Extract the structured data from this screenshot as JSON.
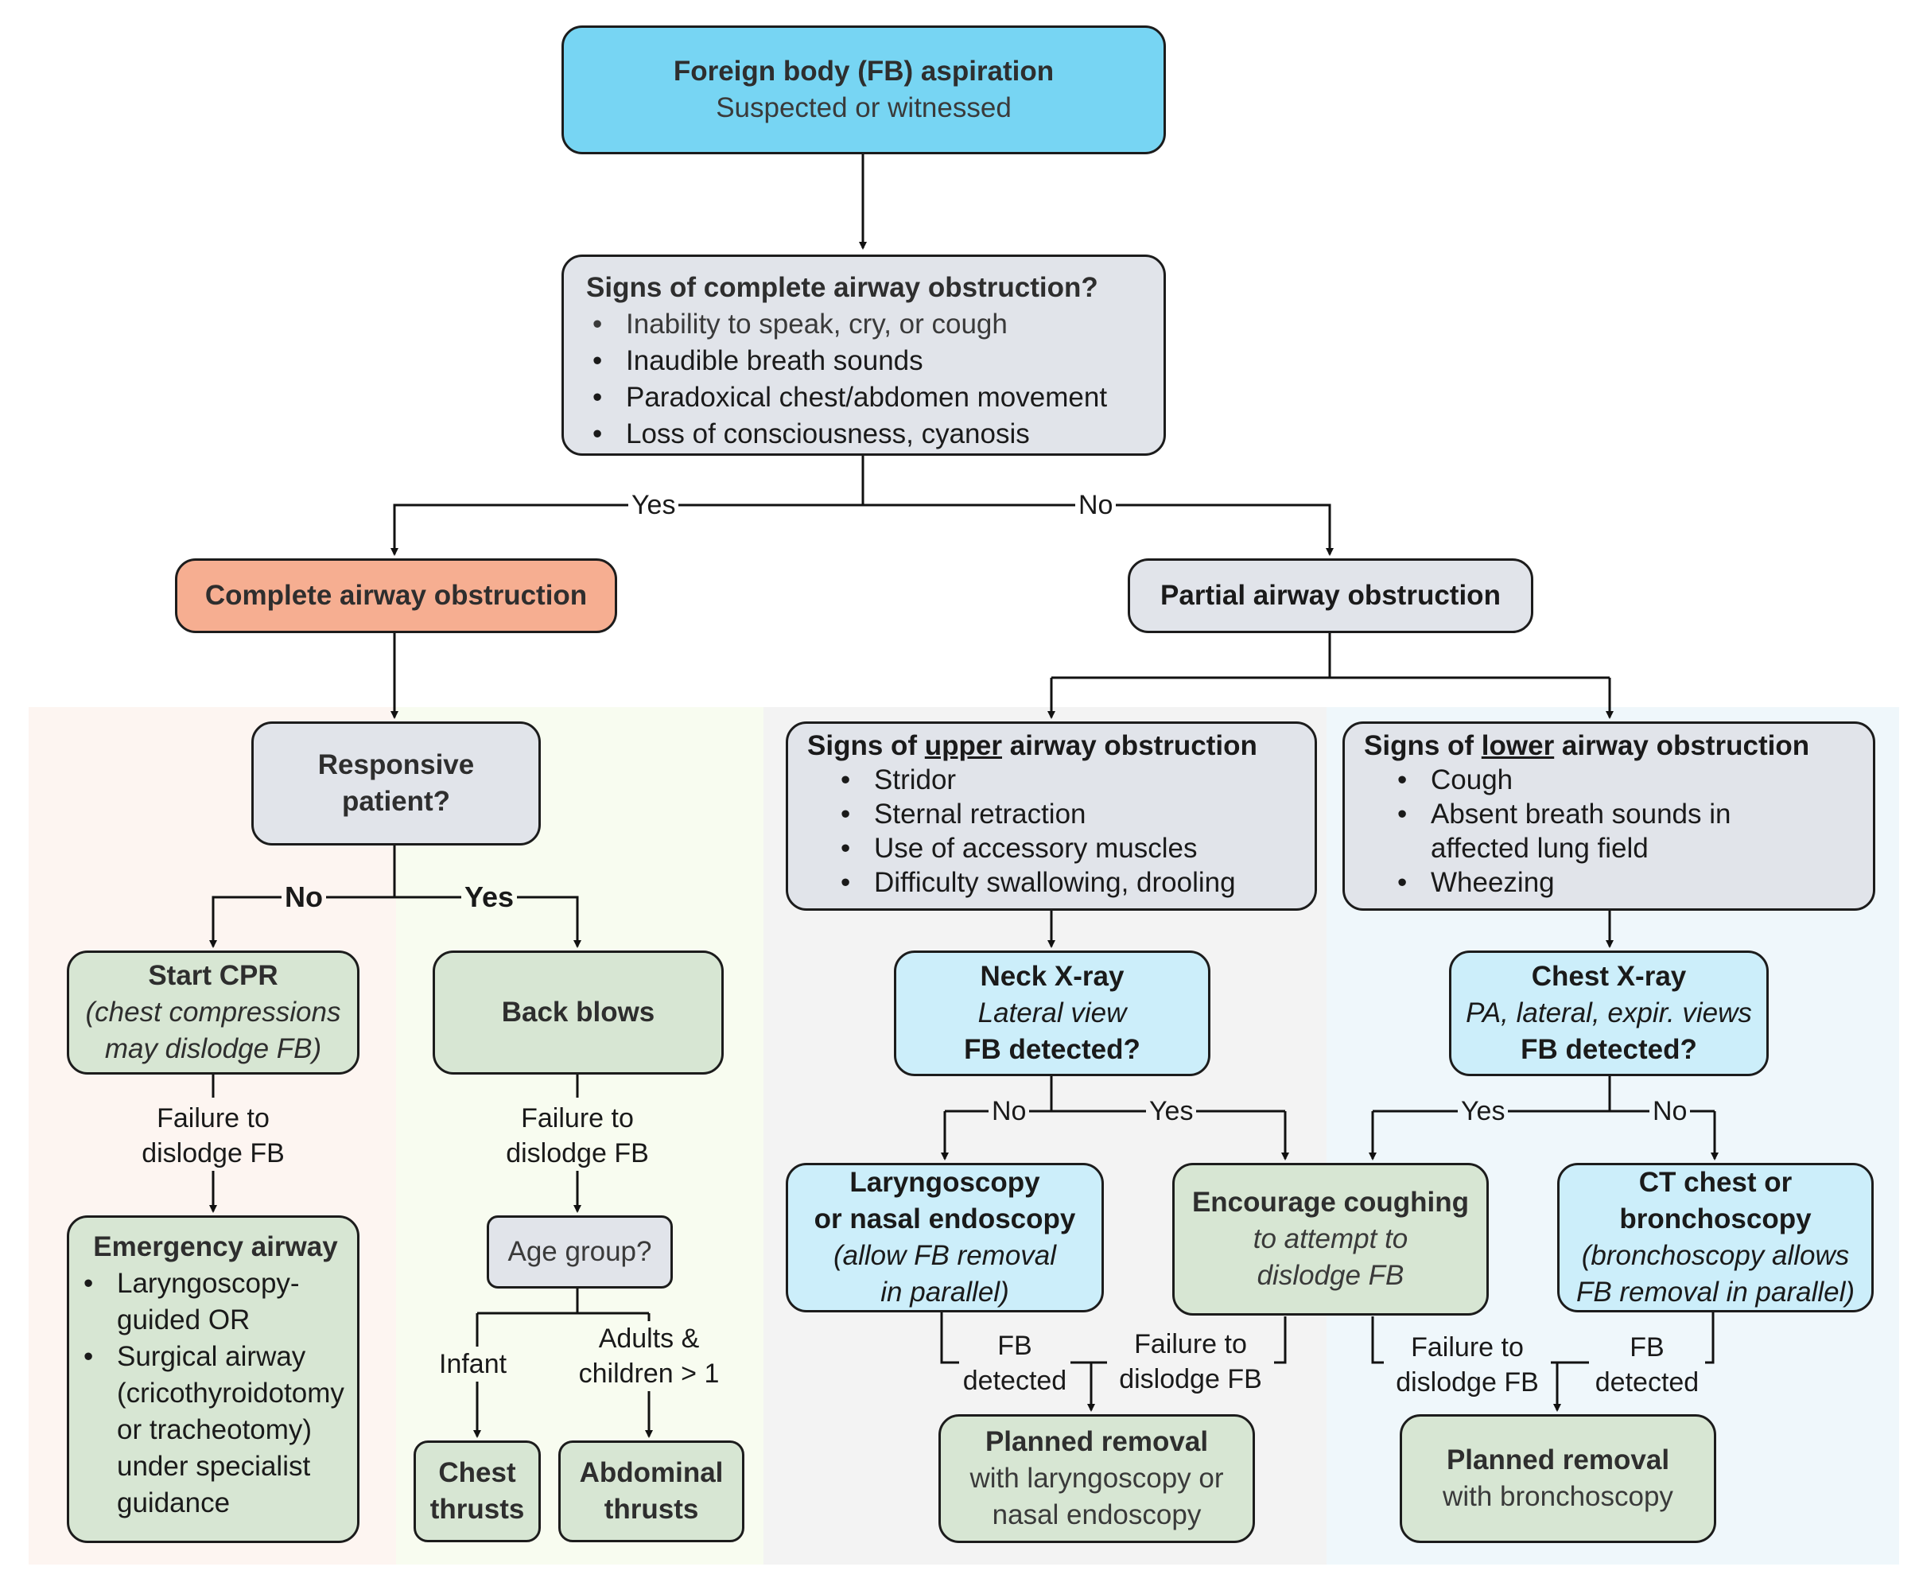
{
  "top": {
    "title": "Foreign body (FB) aspiration",
    "subtitle": "Suspected or witnessed"
  },
  "signs_complete": {
    "title": "Signs of complete airway obstruction?",
    "items": [
      "Inability to speak, cry, or cough",
      "Inaudible breath sounds",
      "Paradoxical chest/abdomen movement",
      "Loss of consciousness, cyanosis"
    ]
  },
  "branch1": {
    "yes": "Yes",
    "no": "No"
  },
  "complete": "Complete airway obstruction",
  "partial": "Partial airway obstruction",
  "responsive": {
    "line1": "Responsive",
    "line2": "patient?"
  },
  "branch2": {
    "no": "No",
    "yes": "Yes"
  },
  "cpr": {
    "title": "Start CPR",
    "line1": "(chest compressions",
    "line2": "may dislodge FB)"
  },
  "back_blows": "Back blows",
  "fail_cpr": {
    "line1": "Failure to",
    "line2": "dislodge FB"
  },
  "fail_back": {
    "line1": "Failure to",
    "line2": "dislodge FB"
  },
  "emergency": {
    "title": "Emergency airway",
    "items": [
      "Laryngoscopy-guided OR",
      "Surgical airway (cricothyroidotomy or tracheotomy) under specialist guidance"
    ]
  },
  "age": "Age group?",
  "age_branch": {
    "infant": "Infant",
    "adults_line1": "Adults &",
    "adults_line2": "children > 1"
  },
  "chest_thrusts": {
    "line1": "Chest",
    "line2": "thrusts"
  },
  "abdominal_thrusts": {
    "line1": "Abdominal",
    "line2": "thrusts"
  },
  "upper": {
    "title_pre": "Signs of ",
    "title_u": "upper",
    "title_post": " airway obstruction",
    "items": [
      "Stridor",
      "Sternal retraction",
      "Use of accessory muscles",
      "Difficulty swallowing, drooling"
    ]
  },
  "lower": {
    "title_pre": "Signs of ",
    "title_u": "lower",
    "title_post": " airway obstruction",
    "items": [
      "Cough",
      "Absent breath sounds in affected lung field",
      "Wheezing"
    ]
  },
  "neck_xray": {
    "title": "Neck X-ray",
    "view": "Lateral view",
    "q": "FB detected?"
  },
  "chest_xray": {
    "title": "Chest X-ray",
    "view": "PA, lateral, expir. views",
    "q": "FB detected?"
  },
  "neck_branch": {
    "no": "No",
    "yes": "Yes"
  },
  "chest_branch": {
    "yes": "Yes",
    "no": "No"
  },
  "laryngoscopy": {
    "line1": "Laryngoscopy",
    "line2": "or nasal endoscopy",
    "line3": "(allow FB removal",
    "line4": "in parallel)"
  },
  "coughing": {
    "title": "Encourage coughing",
    "line1": "to attempt to",
    "line2": "dislodge FB"
  },
  "ct": {
    "line1": "CT chest or",
    "line2": "bronchoscopy",
    "line3": "(bronchoscopy allows",
    "line4": "FB removal in parallel)"
  },
  "fb_detected_l": {
    "line1": "FB",
    "line2": "detected"
  },
  "fail_cough_l": {
    "line1": "Failure to",
    "line2": "dislodge FB"
  },
  "fail_cough_r": {
    "line1": "Failure to",
    "line2": "dislodge FB"
  },
  "fb_detected_r": {
    "line1": "FB",
    "line2": "detected"
  },
  "planned_laryngo": {
    "title": "Planned removal",
    "line1": "with laryngoscopy or",
    "line2": "nasal endoscopy"
  },
  "planned_broncho": {
    "title": "Planned removal",
    "line1": "with bronchoscopy"
  },
  "colors": {
    "cyan": "#77d5f3",
    "grey_box": "#e1e4ea",
    "salmon": "#f6ae91",
    "green": "#d7e6d3",
    "light_blue": "#cceefa",
    "bg_pink": "#fdf5f1",
    "bg_cream": "#f8fcf0",
    "bg_grey": "#f3f3f3",
    "bg_blue": "#eff7fb"
  }
}
